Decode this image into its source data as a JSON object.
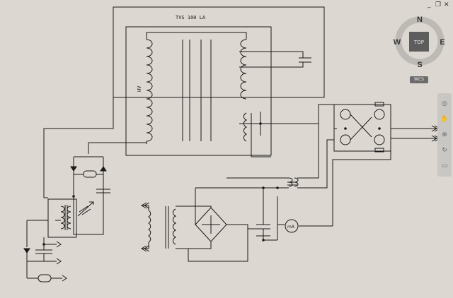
{
  "window_controls": {
    "minimize": "_",
    "restore": "❐",
    "close": "✕"
  },
  "drawing": {
    "transformer_label": "TVS 100 LA",
    "hv_label": "HV",
    "meter_label": "mA"
  },
  "viewcube": {
    "top_face": "TOP",
    "north": "N",
    "south": "S",
    "east": "E",
    "west": "W",
    "coord_system": "WCS"
  },
  "navbar": {
    "buttons": [
      {
        "icon": "steering-wheel-icon"
      },
      {
        "icon": "pan-icon"
      },
      {
        "icon": "zoom-icon"
      },
      {
        "icon": "orbit-icon"
      },
      {
        "icon": "showmotion-icon"
      }
    ]
  },
  "colors": {
    "background": "#dcd7d0",
    "line": "#1a1a1a",
    "viewcube_ring": "#bdbab5",
    "viewcube_face": "#5d5d5d"
  }
}
